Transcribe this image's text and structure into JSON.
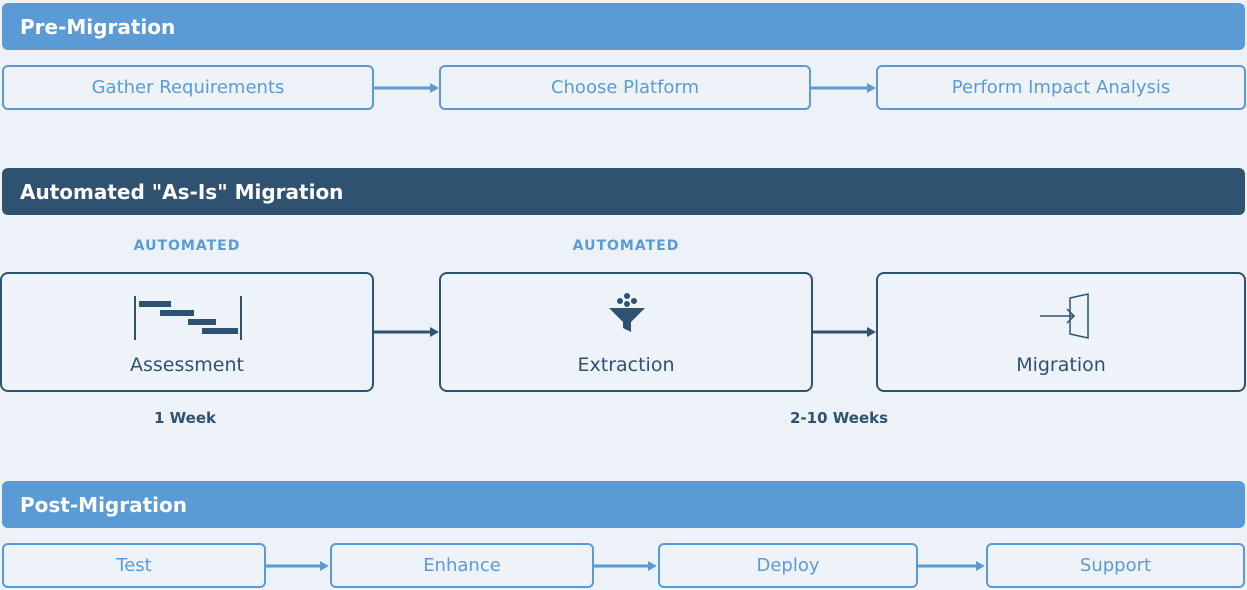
{
  "pre_migration": {
    "title": "Pre-Migration",
    "steps": [
      "Gather Requirements",
      "Choose Platform",
      "Perform Impact Analysis"
    ]
  },
  "automated": {
    "title": "Automated \"As-Is\" Migration",
    "tag": "AUTOMATED",
    "steps": [
      {
        "label": "Assessment",
        "icon": "gantt-chart-icon"
      },
      {
        "label": "Extraction",
        "icon": "funnel-icon"
      },
      {
        "label": "Migration",
        "icon": "sign-in-icon"
      }
    ],
    "durations": [
      "1 Week",
      "2-10 Weeks"
    ]
  },
  "post_migration": {
    "title": "Post-Migration",
    "steps": [
      "Test",
      "Enhance",
      "Deploy",
      "Support"
    ]
  },
  "colors": {
    "light_blue": "#5b9bd5",
    "dark_navy": "#2f5270",
    "background": "#edf2f9"
  }
}
